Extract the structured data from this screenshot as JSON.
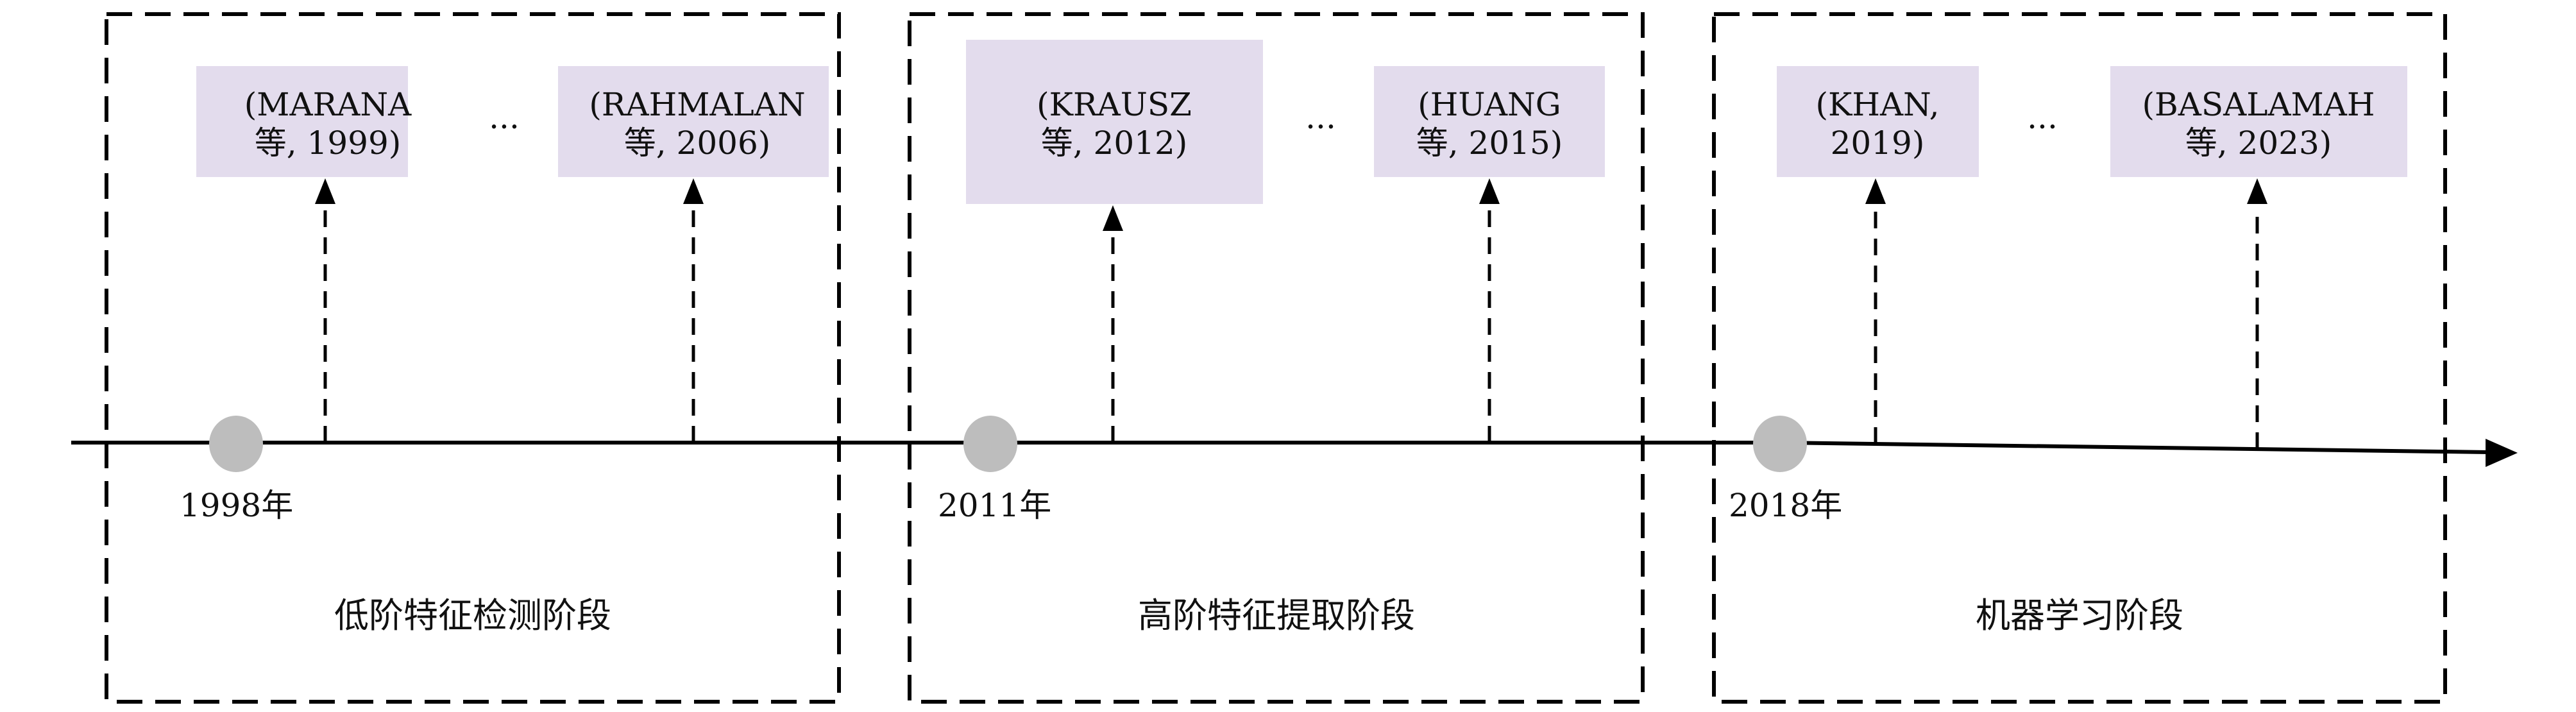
{
  "colors": {
    "paper_box": "#e3dced",
    "milestone": "#bdbdbd",
    "line": "#000000"
  },
  "phases": [
    {
      "label": "低阶特征检测阶段",
      "year": "1998年",
      "papers": [
        {
          "line1": "(MARANA",
          "line2": "等, 1999)"
        },
        {
          "line1": "(RAHMALAN",
          "line2": "等, 2006)"
        }
      ],
      "ellipsis": "..."
    },
    {
      "label": "高阶特征提取阶段",
      "year": "2011年",
      "papers": [
        {
          "line1": "(KRAUSZ",
          "line2": "等, 2012)"
        },
        {
          "line1": "(HUANG",
          "line2": "等, 2015)"
        }
      ],
      "ellipsis": "..."
    },
    {
      "label": "机器学习阶段",
      "year": "2018年",
      "papers": [
        {
          "line1": "(KHAN,",
          "line2": "2019)"
        },
        {
          "line1": "(BASALAMAH",
          "line2": "等, 2023)"
        }
      ],
      "ellipsis": "..."
    }
  ]
}
